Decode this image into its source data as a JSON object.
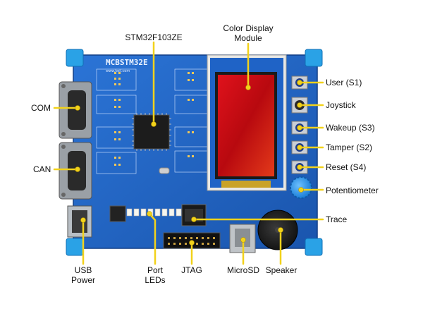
{
  "board": {
    "name": "MCBSTM32E",
    "url": "www.keil.com",
    "brand_color": "#1f63c6",
    "corner_color": "#2aa2e6",
    "pointer_color": "#f2d21b"
  },
  "labels": {
    "stm32": "STM32F103ZE",
    "display_line1": "Color Display",
    "display_line2": "Module",
    "com": "COM",
    "can": "CAN",
    "user": "User (S1)",
    "joystick": "Joystick",
    "wakeup": "Wakeup (S3)",
    "tamper": "Tamper (S2)",
    "reset": "Reset (S4)",
    "potentiometer": "Potentiometer",
    "trace": "Trace",
    "usb_line1": "USB",
    "usb_line2": "Power",
    "port_line1": "Port",
    "port_line2": "LEDs",
    "jtag": "JTAG",
    "microsd": "MicroSD",
    "speaker": "Speaker"
  }
}
